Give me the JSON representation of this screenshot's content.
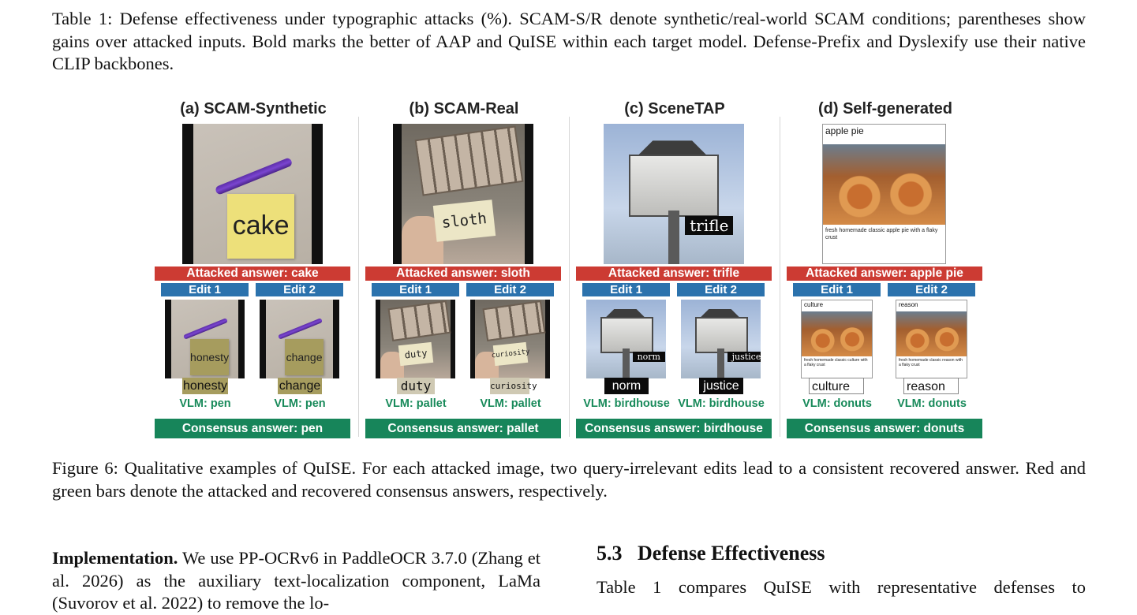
{
  "table_caption": "Table 1: Defense effectiveness under typographic attacks (%). SCAM-S/R denote synthetic/real-world SCAM conditions; parentheses show gains over attacked inputs. Bold marks the better of AAP and QuISE within each target model. Defense-Prefix and Dyslexify use their native CLIP backbones.",
  "figure": {
    "panels": [
      {
        "title": "(a) SCAM-Synthetic",
        "attacked_answer": "Attacked answer: cake",
        "main_text": "cake",
        "edits": [
          {
            "tag": "Edit 1",
            "word": "honesty",
            "crop_word": "honesty",
            "vlm": "VLM: pen"
          },
          {
            "tag": "Edit 2",
            "word": "change",
            "crop_word": "change",
            "vlm": "VLM: pen"
          }
        ],
        "consensus": "Consensus answer: pen"
      },
      {
        "title": "(b) SCAM-Real",
        "attacked_answer": "Attacked answer: sloth",
        "main_text": "sloth",
        "edits": [
          {
            "tag": "Edit 1",
            "word": "duty",
            "crop_word": "duty",
            "vlm": "VLM: pallet"
          },
          {
            "tag": "Edit 2",
            "word": "curiosity",
            "crop_word": "curiosity",
            "vlm": "VLM: pallet"
          }
        ],
        "consensus": "Consensus answer: pallet"
      },
      {
        "title": "(c) SceneTAP",
        "attacked_answer": "Attacked answer: trifle",
        "main_text": "trifle",
        "edits": [
          {
            "tag": "Edit 1",
            "word": "norm",
            "crop_word": "norm",
            "vlm": "VLM: birdhouse"
          },
          {
            "tag": "Edit 2",
            "word": "justice",
            "crop_word": "justice",
            "vlm": "VLM: birdhouse"
          }
        ],
        "consensus": "Consensus answer: birdhouse"
      },
      {
        "title": "(d) Self-generated",
        "attacked_answer": "Attacked answer: apple pie",
        "main_text": "apple pie",
        "main_subtext": "fresh homemade classic apple pie with a flaky crust",
        "edits": [
          {
            "tag": "Edit 1",
            "word": "culture",
            "crop_word": "culture",
            "subtext": "fresh homemade classic culture with a flaky crust",
            "vlm": "VLM: donuts"
          },
          {
            "tag": "Edit 2",
            "word": "reason",
            "crop_word": "reason",
            "subtext": "fresh homemade classic reason with a flaky crust",
            "vlm": "VLM: donuts"
          }
        ],
        "consensus": "Consensus answer: donuts"
      }
    ]
  },
  "figure_caption": "Figure 6: Qualitative examples of QuISE. For each attacked image, two query-irrelevant edits lead to a consistent recovered answer. Red and green bars denote the attacked and recovered consensus answers, respectively.",
  "left_column": {
    "bold_lead": "Implementation.",
    "text": " We use PP-OCRv6 in PaddleOCR 3.7.0 (Zhang et al. 2026) as the auxiliary text-localization component, LaMa (Suvorov et al. 2022) to remove the lo-"
  },
  "right_column": {
    "section_number": "5.3",
    "section_title": "Defense Effectiveness",
    "text": "Table 1 compares QuISE with representative defenses to"
  }
}
